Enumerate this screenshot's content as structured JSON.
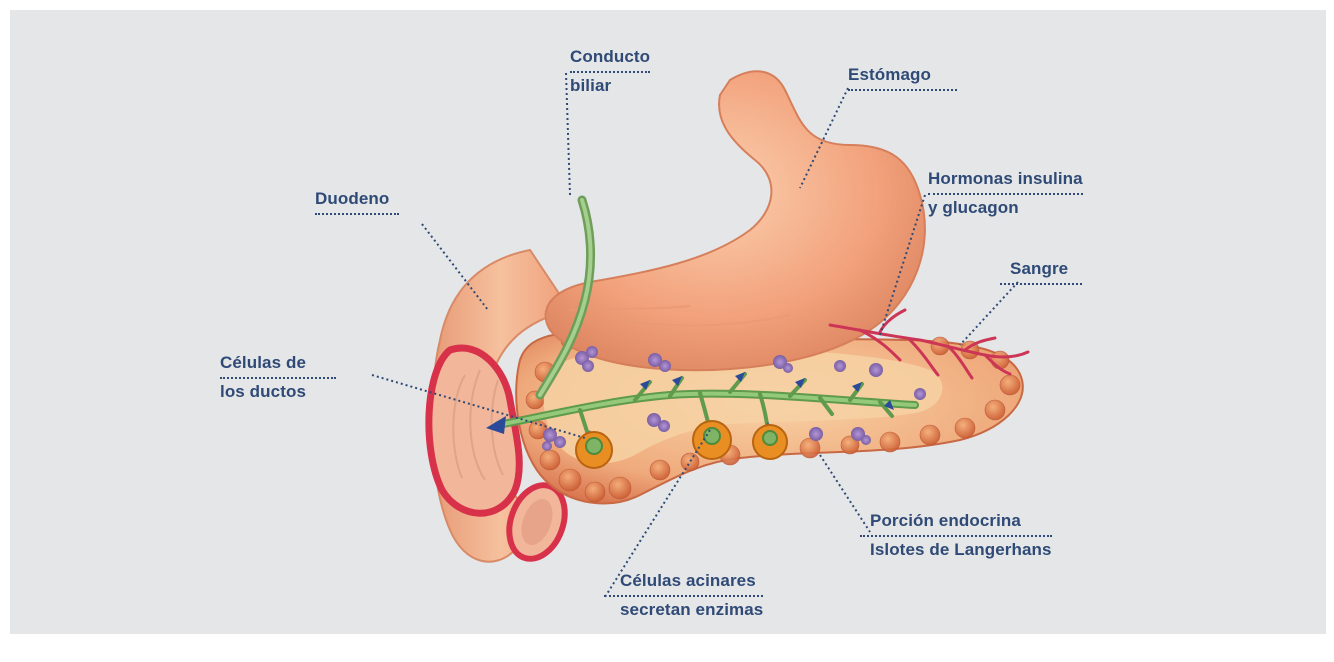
{
  "labels": {
    "conducto_biliar": [
      "Conducto",
      "biliar"
    ],
    "estomago": "Estómago",
    "duodeno": "Duodeno",
    "hormonas": [
      "Hormonas insulina",
      "y glucagon"
    ],
    "sangre": "Sangre",
    "celulas_ductos": [
      "Células de",
      "los ductos"
    ],
    "porcion_endocrina": [
      "Porción endocrina",
      "Islotes de Langerhans"
    ],
    "celulas_acinares": [
      "Células acinares",
      "secretan enzimas"
    ]
  },
  "colors": {
    "background": "#e5e6e8",
    "label_text": "#2f4a76",
    "leader_line": "#2f4a76",
    "stomach": "#f2a580",
    "pancreas": "#f0b490",
    "duct": "#7fb366",
    "islets": "#9b80c0",
    "blood_vessels": "#d23a5a",
    "duodenum_rim": "#d7304a"
  }
}
